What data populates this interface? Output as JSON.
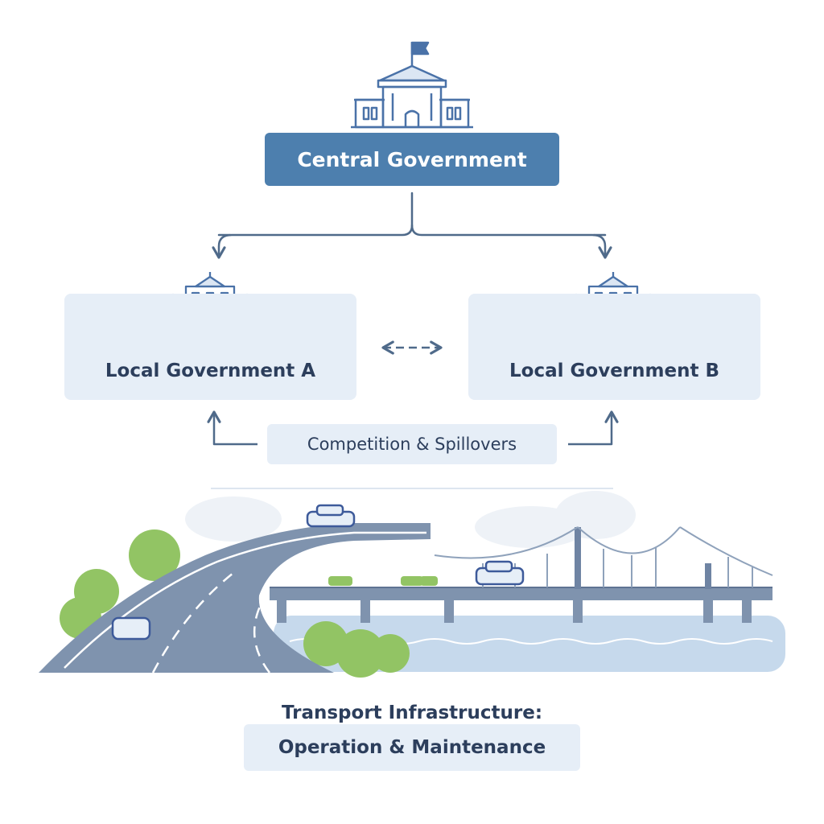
{
  "nodes": {
    "central_government": "Central Government",
    "local_government_a": "Local Government A",
    "local_government_b": "Local Government B"
  },
  "relation_label": "Competition & Spillovers",
  "infrastructure": {
    "title": "Transport Infrastructure:",
    "subtitle": "Operation & Maintenance"
  },
  "icons": {
    "central": "government-building-flag-icon",
    "local_a": "town-hall-icon",
    "local_b": "town-hall-icon",
    "scene": "highway-bridge-river-illustration"
  },
  "colors": {
    "primary": "#4d7fae",
    "node_fill": "#e6eef7",
    "text": "#2c3e5c",
    "icon": "#4a72a8",
    "arrow": "#4f6a8a",
    "road": "#7f93ae",
    "water": "#c6d9ec",
    "tree": "#92c464"
  }
}
